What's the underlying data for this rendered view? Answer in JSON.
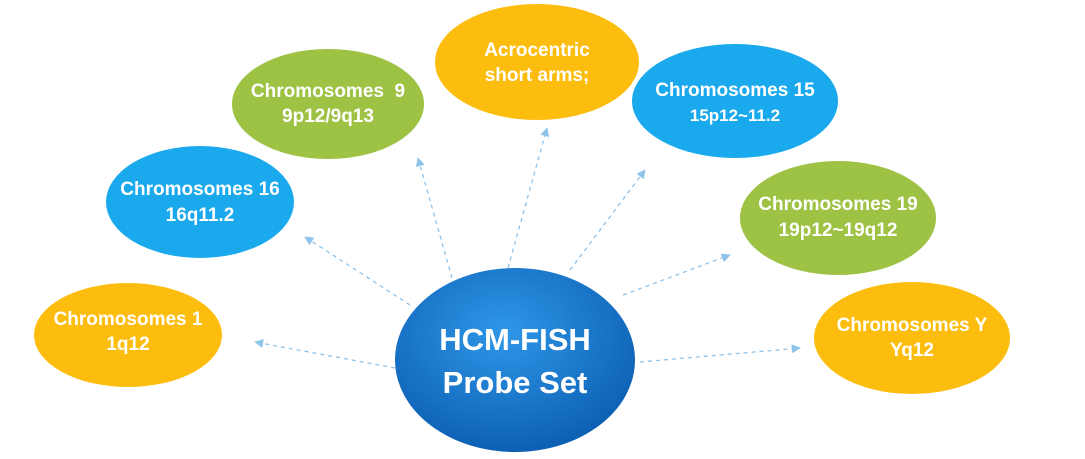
{
  "center": {
    "line1": "HCM-FISH",
    "line2": "Probe Set"
  },
  "nodes": [
    {
      "id": "chr1",
      "line1": "Chromosomes 1",
      "line2": "1q12"
    },
    {
      "id": "chr16",
      "line1": "Chromosomes 16",
      "line2": "16q11.2"
    },
    {
      "id": "chr9",
      "line1": "Chromosomes  9",
      "line2": "9p12/9q13"
    },
    {
      "id": "acro",
      "line1": "Acrocentric",
      "line2": "short arms;"
    },
    {
      "id": "chr15",
      "line1": "Chromosomes 15",
      "line2": "15p12~11.2"
    },
    {
      "id": "chr19",
      "line1": "Chromosomes 19",
      "line2": "19p12~19q12"
    },
    {
      "id": "chrY",
      "line1": "Chromosomes Y",
      "line2": "Yq12"
    }
  ],
  "colors": {
    "center_light": "#2a8fe0",
    "center_dark": "#0b5fb5",
    "yellow": "#fdbd0f",
    "green": "#9dc244",
    "cyan": "#1aa9ec",
    "arrow": "#8fc3ea"
  }
}
